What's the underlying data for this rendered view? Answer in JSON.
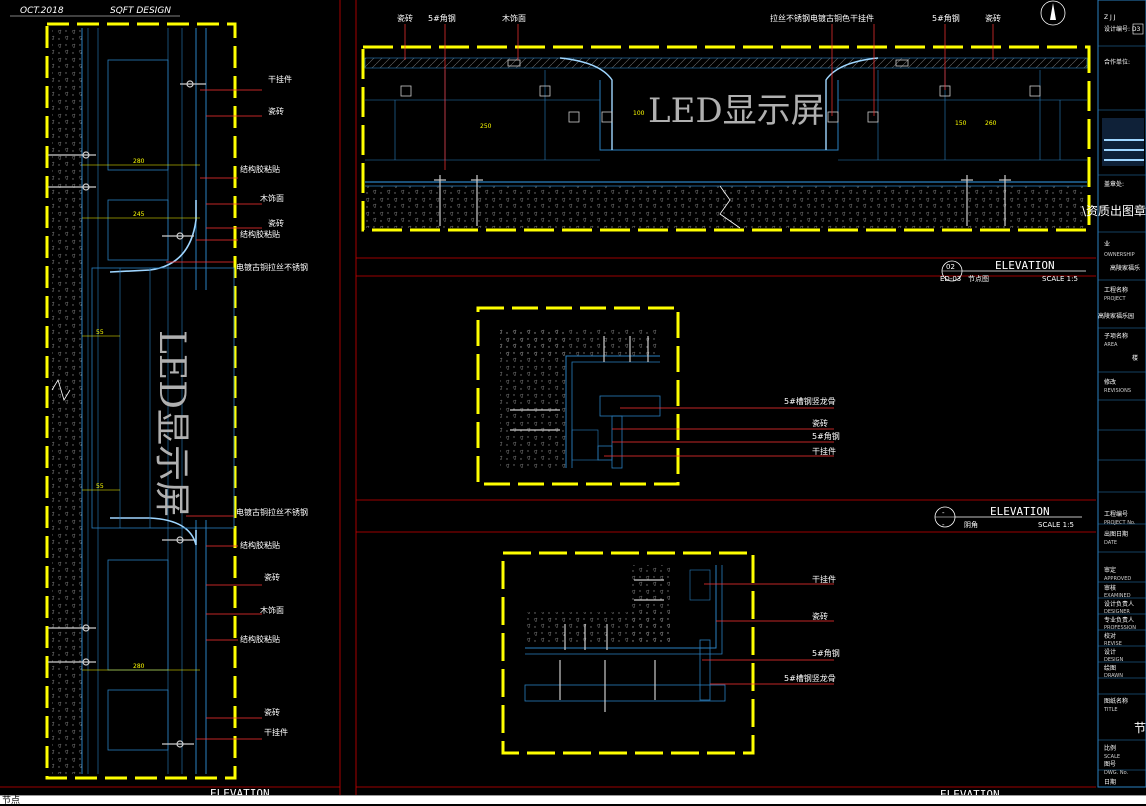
{
  "header": {
    "date": "OCT.2018",
    "company": "SQFT DESIGN"
  },
  "labels": {
    "hanger": "干挂件",
    "tile": "瓷砖",
    "struct_glue": "结构胶粘贴",
    "wood_trim": "木饰面",
    "stainless": "电镀古铜拉丝不锈钢",
    "stainless_top": "拉丝不锈钢电镀古铜色干挂件",
    "angle_steel": "5#角钢",
    "keel": "5#槽钢竖龙骨",
    "led": "LED显示屏",
    "tile_top": "瓷砖"
  },
  "elevations": [
    {
      "num": "02",
      "ref": "ED-03",
      "title": "ELEVATION",
      "subtitle": "节点图",
      "scale": "SCALE 1:5"
    },
    {
      "num": "-",
      "ref": "-",
      "title": "ELEVATION",
      "subtitle": "阴角",
      "scale": "SCALE 1:5"
    },
    {
      "title": "ELEVATION"
    }
  ],
  "title_block": {
    "top_code": "Z J J",
    "sheet_code": "设计编号: D3",
    "cooperation": "合作单位:",
    "stamp": "盖章处:",
    "qual": "\\资质出图章",
    "owner_cn": "业",
    "owner_en": "OWNERSHIP",
    "owner_val": "高陵家福乐",
    "project_cn": "工程名称",
    "project_en": "PROJECT",
    "project_val": "高陵家福乐园",
    "area_cn": "子项名称",
    "area_en": "AREA",
    "area_val": "楼",
    "revision_cn": "修改",
    "revision_en": "REVISIONS",
    "project_no": "工程编号",
    "project_no_en": "PROJECT No.",
    "date_cn": "出图日期",
    "date_en": "DATE",
    "approved": "审定",
    "approved_en": "APPROVED",
    "examined": "审核",
    "examined_en": "EXAMINED",
    "designer_lead": "设计负责人",
    "designer_lead_en": "DESIGNER",
    "prof_lead": "专业负责人",
    "prof_lead_en": "PROFESSION",
    "checked": "校对",
    "checked_en": "REVISE",
    "designed": "设计",
    "designed_en": "DESIGN",
    "drawn": "绘图",
    "drawn_en": "DRAWN",
    "drawing_name": "图纸名称",
    "drawing_name_en": "TITLE",
    "drawing_val": "节",
    "scale_cn": "比例",
    "scale_en": "SCALE",
    "dwg_no": "图号",
    "dwg_no_en": "DWG. No.",
    "date2": "日期"
  },
  "command_line": "节点"
}
